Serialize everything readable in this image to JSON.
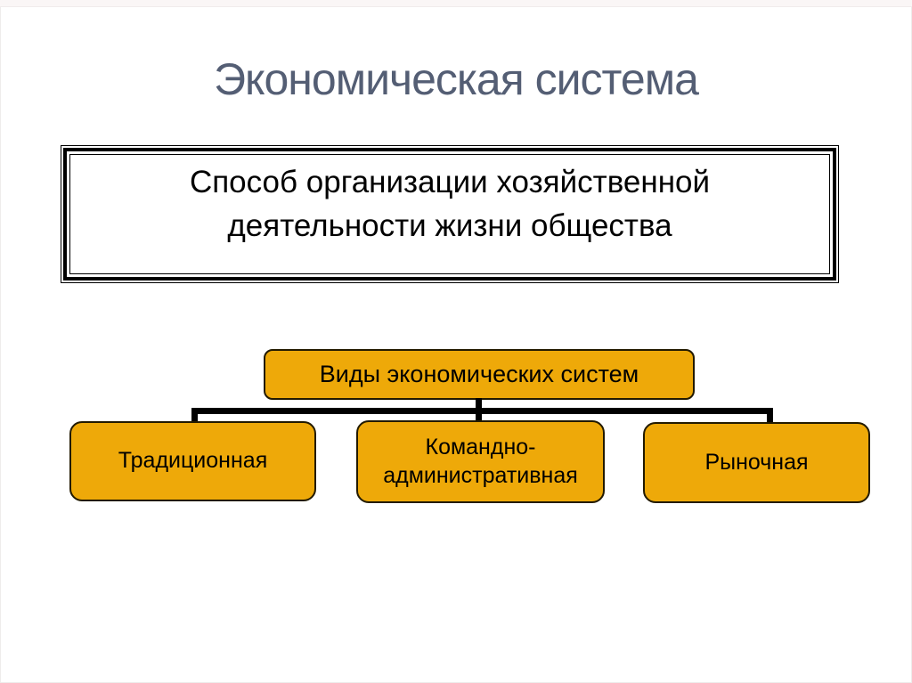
{
  "slide": {
    "title": "Экономическая система",
    "definition": {
      "lines": [
        "Способ организации хозяйственной",
        "деятельности жизни общества"
      ]
    },
    "diagram": {
      "root_label": "Виды экономических систем",
      "children": [
        {
          "label": "Традиционная"
        },
        {
          "label": "Командно-административная"
        },
        {
          "label": "Рыночная"
        }
      ]
    },
    "colors": {
      "title_text": "#545E74",
      "node_fill": "#EEA909",
      "node_border": "#221A00",
      "connector": "#000000",
      "definition_border": "#000000"
    }
  }
}
